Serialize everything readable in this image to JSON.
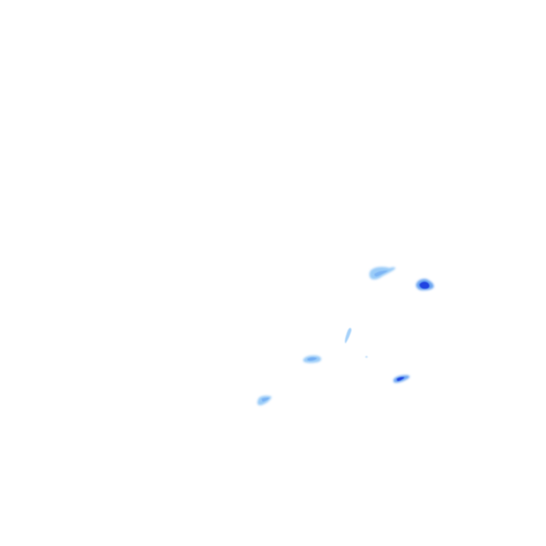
{
  "map": {
    "background": "#ffffff",
    "layer": "precipitation-radar-overlay",
    "intensity_colors": {
      "light": "#8ec5f7",
      "moderate": "#5a9af0",
      "heavy": "#1f3fe0"
    },
    "echoes": [
      {
        "id": "echo-1",
        "intensity": "light"
      },
      {
        "id": "echo-2",
        "intensity": "heavy"
      },
      {
        "id": "echo-3",
        "intensity": "light"
      },
      {
        "id": "echo-4",
        "intensity": "moderate"
      },
      {
        "id": "echo-5",
        "intensity": "heavy"
      },
      {
        "id": "echo-6",
        "intensity": "light"
      },
      {
        "id": "echo-7",
        "intensity": "light"
      }
    ]
  }
}
